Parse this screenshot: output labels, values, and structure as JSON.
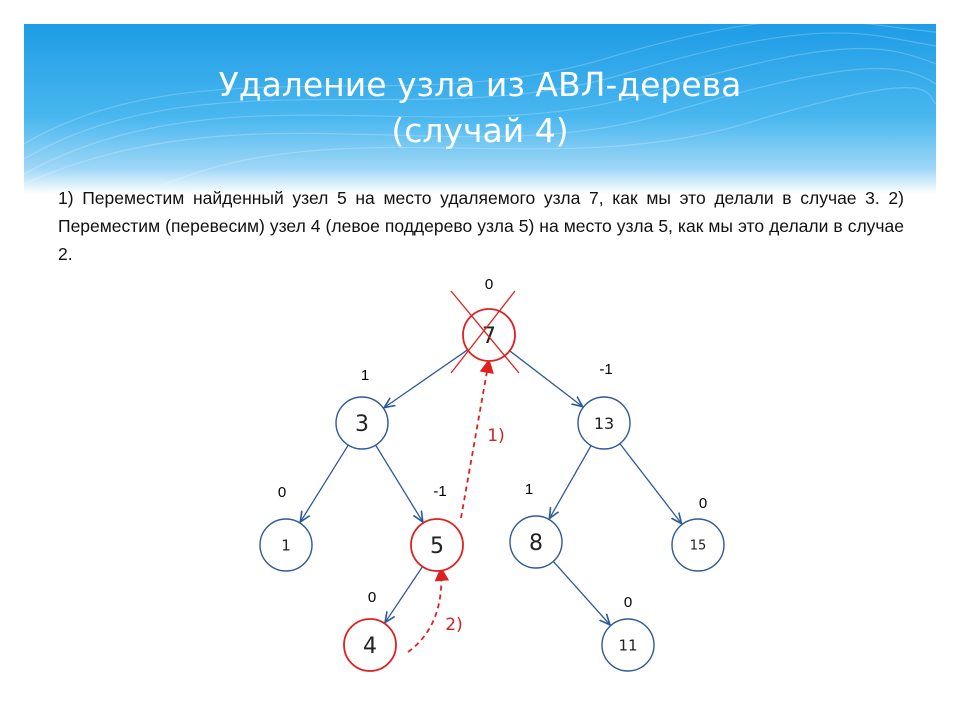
{
  "slide": {
    "title_line1": "Удаление узла из АВЛ-дерева",
    "title_line2": "(случай 4)",
    "body": "1) Переместим найденный узел 5 на место удаляемого узла 7, как мы это делали в случае 3. 2) Переместим (перевесим) узел 4 (левое поддерево узла 5) на место узла 5, как мы это делали в случае 2."
  },
  "colors": {
    "header": "#2aa6ea",
    "node_border": "#2d5a9a",
    "highlight": "#e02020",
    "edge": "#2d5a9a",
    "step_arrow": "#e02020"
  },
  "tree": {
    "nodes": [
      {
        "id": "n7",
        "label": "7",
        "balance": "0",
        "highlight": true,
        "crossed": true
      },
      {
        "id": "n3",
        "label": "3",
        "balance": "1",
        "highlight": false
      },
      {
        "id": "n13",
        "label": "13",
        "balance": "-1",
        "highlight": false
      },
      {
        "id": "n1",
        "label": "1",
        "balance": "0",
        "highlight": false
      },
      {
        "id": "n5",
        "label": "5",
        "balance": "-1",
        "highlight": true
      },
      {
        "id": "n8",
        "label": "8",
        "balance": "1",
        "highlight": false
      },
      {
        "id": "n15",
        "label": "15",
        "balance": "0",
        "highlight": false
      },
      {
        "id": "n4",
        "label": "4",
        "balance": "0",
        "highlight": true
      },
      {
        "id": "n11",
        "label": "11",
        "balance": "0",
        "highlight": false
      }
    ],
    "edges": [
      {
        "from": "n7",
        "to": "n3"
      },
      {
        "from": "n7",
        "to": "n13"
      },
      {
        "from": "n3",
        "to": "n1"
      },
      {
        "from": "n3",
        "to": "n5"
      },
      {
        "from": "n13",
        "to": "n8"
      },
      {
        "from": "n13",
        "to": "n15"
      },
      {
        "from": "n5",
        "to": "n4"
      },
      {
        "from": "n8",
        "to": "n11"
      }
    ],
    "steps": [
      {
        "label": "1)",
        "from": "n5",
        "to": "n7"
      },
      {
        "label": "2)",
        "from": "n4",
        "to": "n5"
      }
    ]
  }
}
